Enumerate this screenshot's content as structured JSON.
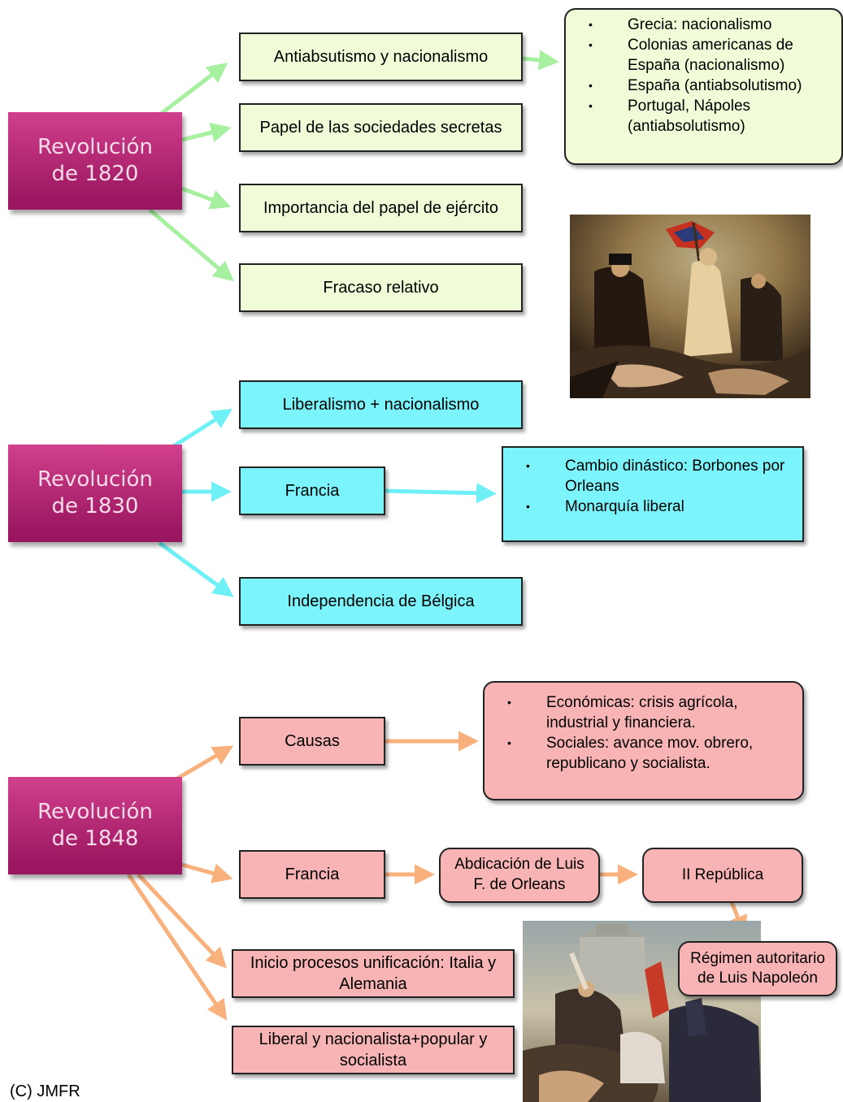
{
  "colors": {
    "green_arrow": "#a6f0a0",
    "cyan_arrow": "#6ef0f6",
    "orange_arrow": "#f8b07c"
  },
  "rev1820": {
    "title_line1": "Revolución",
    "title_line2": "de 1820",
    "boxes": [
      "Antiabsutismo y nacionalismo",
      "Papel de las sociedades secretas",
      "Importancia del papel de ejército",
      "Fracaso relativo"
    ],
    "list": [
      "Grecia: nacionalismo",
      "Colonias americanas de España (nacionalismo)",
      "España (antiabsolutismo)",
      "Portugal, Nápoles (antiabsolutismo)"
    ]
  },
  "rev1830": {
    "title_line1": "Revolución",
    "title_line2": "de 1830",
    "boxes": [
      "Liberalismo + nacionalismo",
      "Francia",
      "Independencia de Bélgica"
    ],
    "list": [
      "Cambio dinástico: Borbones por Orleans",
      "Monarquía liberal"
    ]
  },
  "rev1848": {
    "title_line1": "Revolución",
    "title_line2": "de 1848",
    "boxes": [
      "Causas",
      "Francia",
      "Inicio procesos unificación: Italia y Alemania",
      "Liberal y nacionalista+popular y socialista"
    ],
    "list": [
      "Económicas: crisis agrícola, industrial y  financiera.",
      "Sociales: avance mov. obrero, republicano y socialista."
    ],
    "francia_chain": [
      "Abdicación de Luis F. de Orleans",
      "II República",
      "Régimen autoritario de Luis Napoleón"
    ]
  },
  "credit": "(C) JMFR"
}
